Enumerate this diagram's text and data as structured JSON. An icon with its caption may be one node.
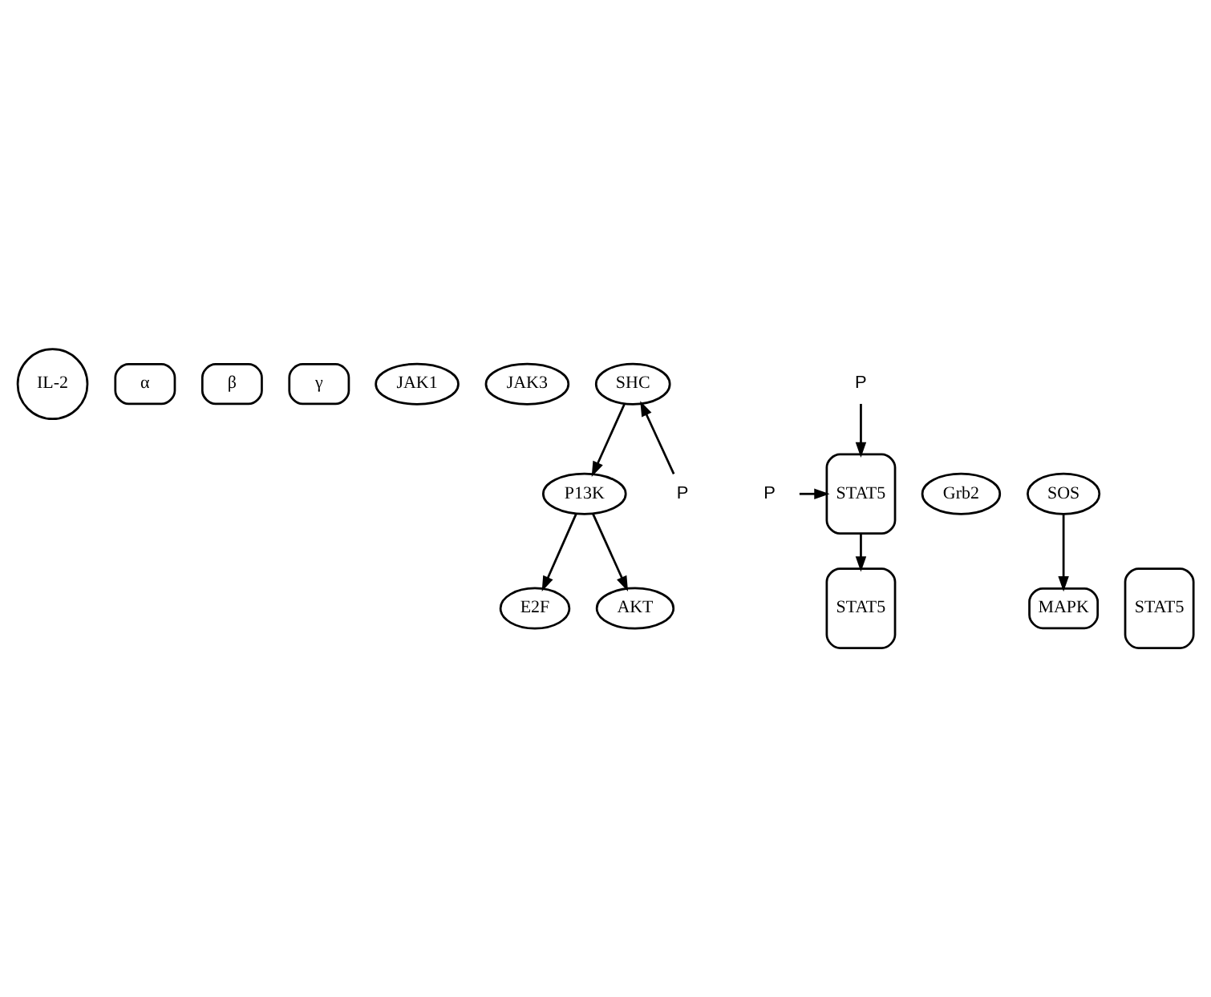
{
  "diagram": {
    "nodes": [
      {
        "text": [
          "IL-2"
        ]
      },
      {
        "text": [
          "α"
        ]
      },
      {
        "text": [
          "β"
        ]
      },
      {
        "text": [
          "γ"
        ]
      },
      {
        "text": [
          "JAK1"
        ]
      },
      {
        "text": [
          "JAK3"
        ]
      },
      {
        "text": [
          "SHC"
        ]
      },
      {
        "text": [
          "P"
        ]
      },
      {
        "text": [
          "STAT5"
        ]
      },
      {
        "text": [
          "Grb2"
        ]
      },
      {
        "text": [
          "P"
        ]
      },
      {
        "text": [
          "P"
        ]
      },
      {
        "text": [
          "SOS"
        ]
      },
      {
        "text": [
          "P13K"
        ]
      },
      {
        "text": [
          "MAPK"
        ]
      },
      {
        "text": [
          "STAT5"
        ]
      },
      {
        "text": [
          "STAT5"
        ]
      },
      {
        "text": [
          "E2F"
        ]
      },
      {
        "text": [
          "AKT"
        ]
      }
    ],
    "edges": [
      {
        "from": 7,
        "to": 8,
        "arrow": "to"
      },
      {
        "from": 11,
        "to": 8,
        "arrow": "to"
      },
      {
        "from": 10,
        "to": 6,
        "arrow": "to"
      },
      {
        "from": 6,
        "to": 13,
        "arrow": "to"
      },
      {
        "from": 12,
        "to": 14,
        "arrow": "to"
      },
      {
        "from": 8,
        "to": 15,
        "arrow": "to"
      },
      {
        "from": 13,
        "to": 17,
        "arrow": "to"
      },
      {
        "from": 13,
        "to": 18,
        "arrow": "to"
      }
    ]
  }
}
